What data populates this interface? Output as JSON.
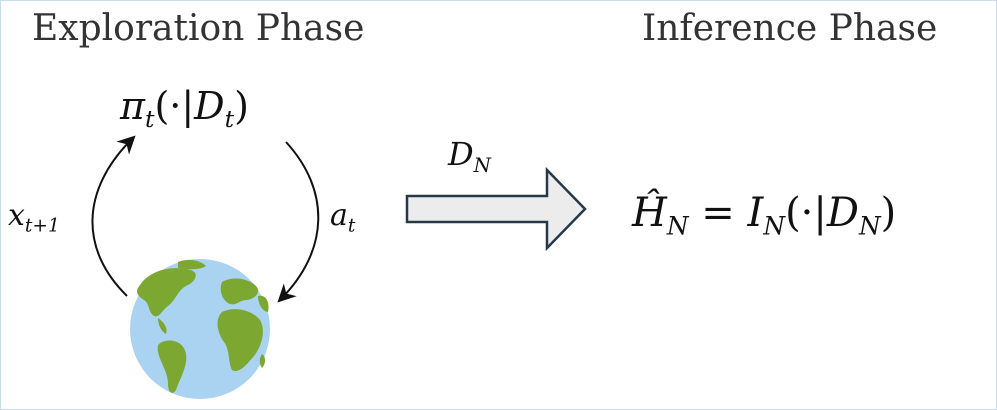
{
  "titles": {
    "exploration": "Exploration Phase",
    "inference": "Inference Phase"
  },
  "math": {
    "policy": {
      "symbol": "π",
      "sub": "t",
      "args": "(·|",
      "dataset": "D",
      "dataset_sub": "t",
      "close": ")"
    },
    "observation": {
      "symbol": "x",
      "sub": "t+1"
    },
    "action": {
      "symbol": "a",
      "sub": "t"
    },
    "transfer": {
      "symbol": "D",
      "sub": "N"
    },
    "estimator": {
      "lhs": "Ĥ",
      "lhs_sub": "N",
      "eq": " = ",
      "rhs": "I",
      "rhs_sub": "N",
      "args": "(·|",
      "dataset": "D",
      "dataset_sub": "N",
      "close": ")"
    }
  },
  "colors": {
    "border": "#c7dde9",
    "title_text": "#333333",
    "arrow_fill": "#ececec",
    "arrow_stroke": "#26394a",
    "ocean": "#a9d3f0",
    "land": "#7ca832"
  },
  "icons": {
    "world": "earth-globe-icon"
  }
}
